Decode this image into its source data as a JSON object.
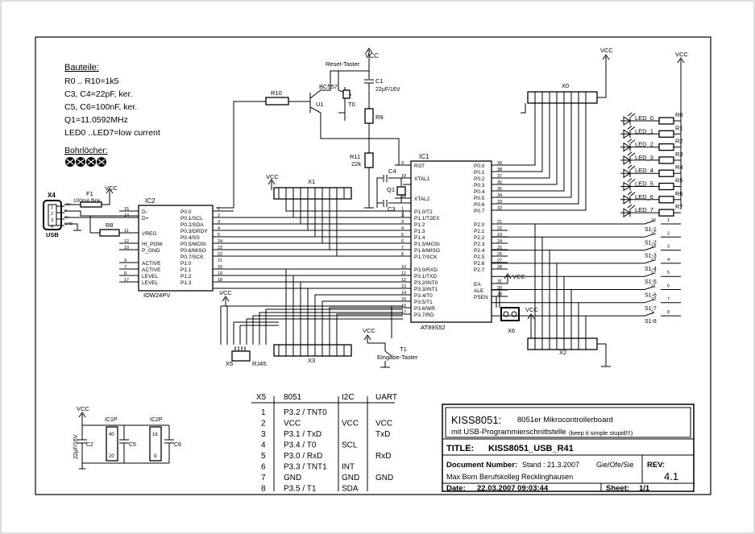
{
  "parts_list": {
    "heading": "Bauteile:",
    "lines": [
      "R0 .. R10=1k5",
      "C3, C4=22pF, ker.",
      "C5, C6=100nF, ker.",
      "Q1=11.0592MHz",
      "LED0 ..LED7=low current"
    ],
    "holes_label": "Bohrlöcher:"
  },
  "labels": {
    "vcc": "VCC",
    "reset_switch": "Reset-Taster",
    "input_switch": "Eingabe-Taster",
    "bc557": "BC557",
    "u1": "U1",
    "t0": "T0",
    "t1": "T1",
    "c1": "C1",
    "c1_val": "22µF/16V",
    "r9": "R9",
    "r10": "R10",
    "r11": "R11",
    "r11_val": "22k",
    "r8": "R8",
    "c3": "C3",
    "c4": "C4",
    "q1": "Q1",
    "x0": "X0",
    "x1": "X1",
    "x2": "X2",
    "x3": "X3",
    "x4": "X4",
    "x5": "X5",
    "x6": "X6",
    "usb": "USB",
    "rj45": "RJ45",
    "f1": "F1",
    "f1_val": "100mA flink",
    "ic1": "IC1",
    "ic1_part": "AT89S52",
    "ic2": "IC2",
    "ic2_part": "IOW24PV",
    "ic1p": "IC1P",
    "ic2p": "IC2P",
    "c2": "C2",
    "c2_val": "22µF/16V",
    "c5": "C5",
    "c6": "C6",
    "gnd": "GND"
  },
  "ic1_left_pins": [
    {
      "name": "RST",
      "num": "9"
    },
    {
      "name": "XTAL1",
      "num": "19"
    },
    {
      "name": "XTAL2",
      "num": "18"
    },
    {
      "name": "P1.0/T2",
      "num": "1"
    },
    {
      "name": "P1.1/T2EX",
      "num": "2"
    },
    {
      "name": "P1.2",
      "num": "3"
    },
    {
      "name": "P1.3",
      "num": "4"
    },
    {
      "name": "P1.4",
      "num": "5"
    },
    {
      "name": "P1.5/MOSI",
      "num": "6"
    },
    {
      "name": "P1.6/MISO",
      "num": "7"
    },
    {
      "name": "P1.7/SCK",
      "num": "8"
    },
    {
      "name": "P3.0/RXD",
      "num": "10"
    },
    {
      "name": "P3.1/TXD",
      "num": "11"
    },
    {
      "name": "P3.2/INT0",
      "num": "12"
    },
    {
      "name": "P3.3/INT1",
      "num": "13"
    },
    {
      "name": "P3.4/T0",
      "num": "14"
    },
    {
      "name": "P3.5/T1",
      "num": "15"
    },
    {
      "name": "P3.6/WR",
      "num": "16"
    },
    {
      "name": "P3.7/RD",
      "num": "17"
    }
  ],
  "ic1_right_pins": [
    {
      "name": "P0.0",
      "num": "39"
    },
    {
      "name": "P0.1",
      "num": "38"
    },
    {
      "name": "P0.2",
      "num": "37"
    },
    {
      "name": "P0.3",
      "num": "36"
    },
    {
      "name": "P0.4",
      "num": "35"
    },
    {
      "name": "P0.5",
      "num": "34"
    },
    {
      "name": "P0.6",
      "num": "33"
    },
    {
      "name": "P0.7",
      "num": "32"
    },
    {
      "name": "P2.0",
      "num": "21"
    },
    {
      "name": "P2.1",
      "num": "22"
    },
    {
      "name": "P2.2",
      "num": "23"
    },
    {
      "name": "P2.3",
      "num": "24"
    },
    {
      "name": "P2.4",
      "num": "25"
    },
    {
      "name": "P2.5",
      "num": "26"
    },
    {
      "name": "P2.6",
      "num": "27"
    },
    {
      "name": "P2.7",
      "num": "28"
    },
    {
      "name": "EA",
      "num": "31"
    },
    {
      "name": "ALE",
      "num": "30"
    },
    {
      "name": "PSEN",
      "num": "29"
    }
  ],
  "ic2_left_pins": [
    {
      "name": "D-",
      "num": "15"
    },
    {
      "name": "D+",
      "num": "14"
    },
    {
      "name": "VREG",
      "num": "11"
    },
    {
      "name": "HI_POW",
      "num": "12"
    },
    {
      "name": "P_GND",
      "num": "10"
    },
    {
      "name": "ACTIVE",
      "num": "9"
    },
    {
      "name": "ACTIVE",
      "num": "7"
    },
    {
      "name": "LEVEL",
      "num": "8"
    },
    {
      "name": "LEVEL",
      "num": "17"
    }
  ],
  "ic2_right_pins": [
    {
      "name": "P0.0",
      "num": "1"
    },
    {
      "name": "P0.1/SCL",
      "num": "2"
    },
    {
      "name": "P0.2/SDA",
      "num": "3"
    },
    {
      "name": "P0.3/DRDY",
      "num": "4"
    },
    {
      "name": "P0.4/SS",
      "num": "5"
    },
    {
      "name": "P0.5/MOSI",
      "num": "24"
    },
    {
      "name": "P0.6/MISO",
      "num": "23"
    },
    {
      "name": "P0.7/SCK",
      "num": "22"
    },
    {
      "name": "P1.0",
      "num": "21"
    },
    {
      "name": "P1.1",
      "num": "20"
    },
    {
      "name": "P1.2",
      "num": "19"
    },
    {
      "name": "P1.3",
      "num": "18"
    }
  ],
  "leds": [
    "LED_0",
    "LED_1",
    "LED_2",
    "LED_3",
    "LED_4",
    "LED_5",
    "LED_6",
    "LED_7"
  ],
  "resistors": [
    "R0",
    "R1",
    "R2",
    "R3",
    "R4",
    "R5",
    "R6",
    "R7"
  ],
  "switches": [
    {
      "name": "S1-1",
      "a": "16",
      "b": "1"
    },
    {
      "name": "S1-2",
      "a": "15",
      "b": "2"
    },
    {
      "name": "S1-3",
      "a": "14",
      "b": "3"
    },
    {
      "name": "S1-4",
      "a": "13",
      "b": "4"
    },
    {
      "name": "S1-5",
      "a": "12",
      "b": "5"
    },
    {
      "name": "S1-6",
      "a": "11",
      "b": "6"
    },
    {
      "name": "S1-7",
      "a": "10",
      "b": "7"
    },
    {
      "name": "S1-8",
      "a": "9",
      "b": "8"
    }
  ],
  "usb_pins": [
    "1",
    "2",
    "3",
    "4"
  ],
  "usb_pin_labels": [
    "+5V",
    "D-",
    "D+",
    "GND"
  ],
  "power_caps": {
    "ic1p_top": "40",
    "ic1p_bot": "20",
    "ic2p_top": "16",
    "ic2p_bot": "9"
  },
  "x5_table": {
    "headers": [
      "X5",
      "8051",
      "I2C",
      "UART"
    ],
    "rows": [
      [
        "1",
        "P3.2 / TNT0",
        "",
        ""
      ],
      [
        "2",
        "VCC",
        "VCC",
        "VCC"
      ],
      [
        "3",
        "P3.1 / TxD",
        "",
        "TxD"
      ],
      [
        "4",
        "P3.4 / T0",
        "SCL",
        ""
      ],
      [
        "5",
        "P3.0 / RxD",
        "",
        "RxD"
      ],
      [
        "6",
        "P3.3 / TNT1",
        "INT",
        ""
      ],
      [
        "7",
        "GND",
        "GND",
        "GND"
      ],
      [
        "8",
        "P3.5 / T1",
        "SDA",
        ""
      ]
    ]
  },
  "title_block": {
    "project": "KISS8051:",
    "desc1": "8051er Mikrocontrollerboard",
    "desc2": "mit USB-Programmierschnittstelle",
    "motto": "(keep it simple stupid!!!)",
    "title_label": "TITLE:",
    "title": "KISS8051_USB_R41",
    "docnum_label": "Document Number:",
    "stand": "Stand : 21.3.2007",
    "authors": "Gie/Ofe/Sie",
    "rev_label": "REV:",
    "rev": "4.1",
    "school": "Max Born Berufskolleg Recklinghausen",
    "date_label": "Date:",
    "date": "22.03.2007  09:03:44",
    "sheet_label": "Sheet:",
    "sheet": "1/1"
  }
}
